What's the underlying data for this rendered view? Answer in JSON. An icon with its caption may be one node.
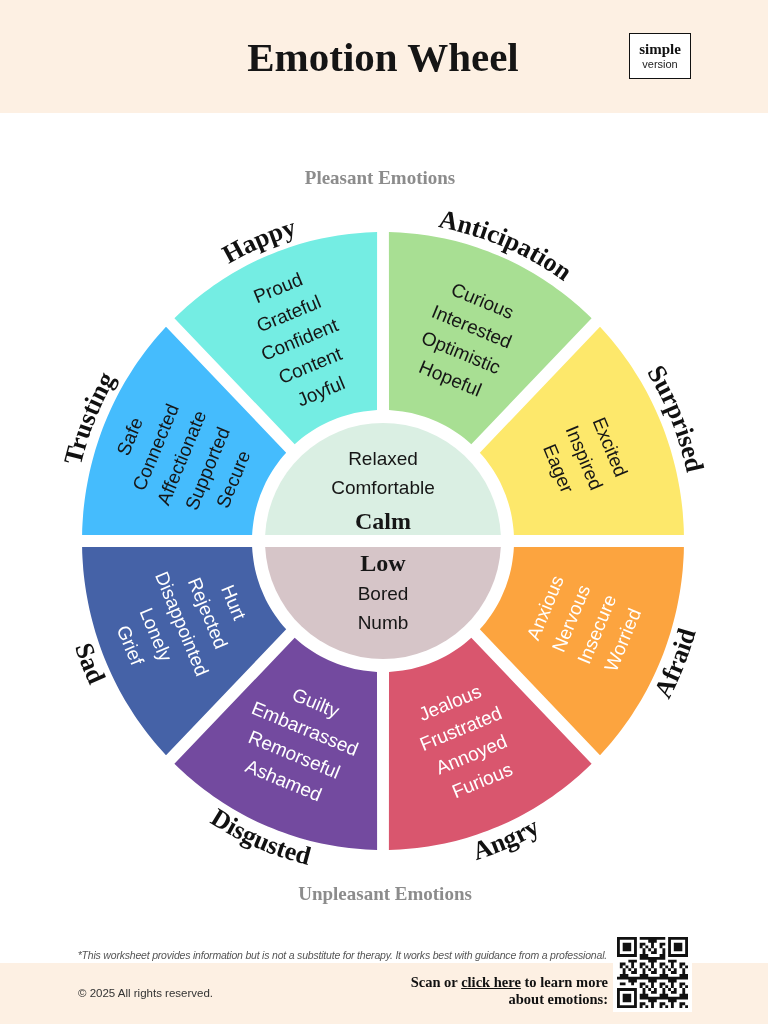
{
  "diagram": {
    "title": "Emotion Wheel",
    "nodes": [
      {
        "text": [
          "simple",
          "version"
        ]
      },
      {
        "text": [
          "Happy",
          "Proud Grateful Confident Content Joyful"
        ]
      },
      {
        "text": [
          "Anticipation",
          "Curious Interested Optimistic Hopeful"
        ]
      },
      {
        "text": [
          "Trusting",
          "Safe Connected Affectionate Supported Secure"
        ]
      },
      {
        "text": [
          "Surprised",
          "Excited Inspired Eager"
        ]
      },
      {
        "text": [
          "Relaxed Comfortable",
          "Calm"
        ]
      },
      {
        "text": [
          "Low",
          "Bored Numb"
        ]
      },
      {
        "text": [
          "Sad",
          "Hurt Rejected Disappointed Lonely Grief"
        ]
      },
      {
        "text": [
          "Afraid",
          "Anxious Nervous Insecure Worried"
        ]
      },
      {
        "text": [
          "Disgusted",
          "Guilty Embarrassed Remorseful Ashamed"
        ]
      },
      {
        "text": [
          "Angry",
          "Jealous Frustrated Annoyed Furious"
        ]
      }
    ],
    "labels": [
      "Pleasant Emotions",
      "Unpleasant Emotions",
      "*This worksheet provides information but is not a substitute for therapy. It works best with guidance from a professional.",
      "© 2025 All rights reserved.",
      "Scan or",
      "click here",
      "to learn more about emotions:"
    ]
  }
}
